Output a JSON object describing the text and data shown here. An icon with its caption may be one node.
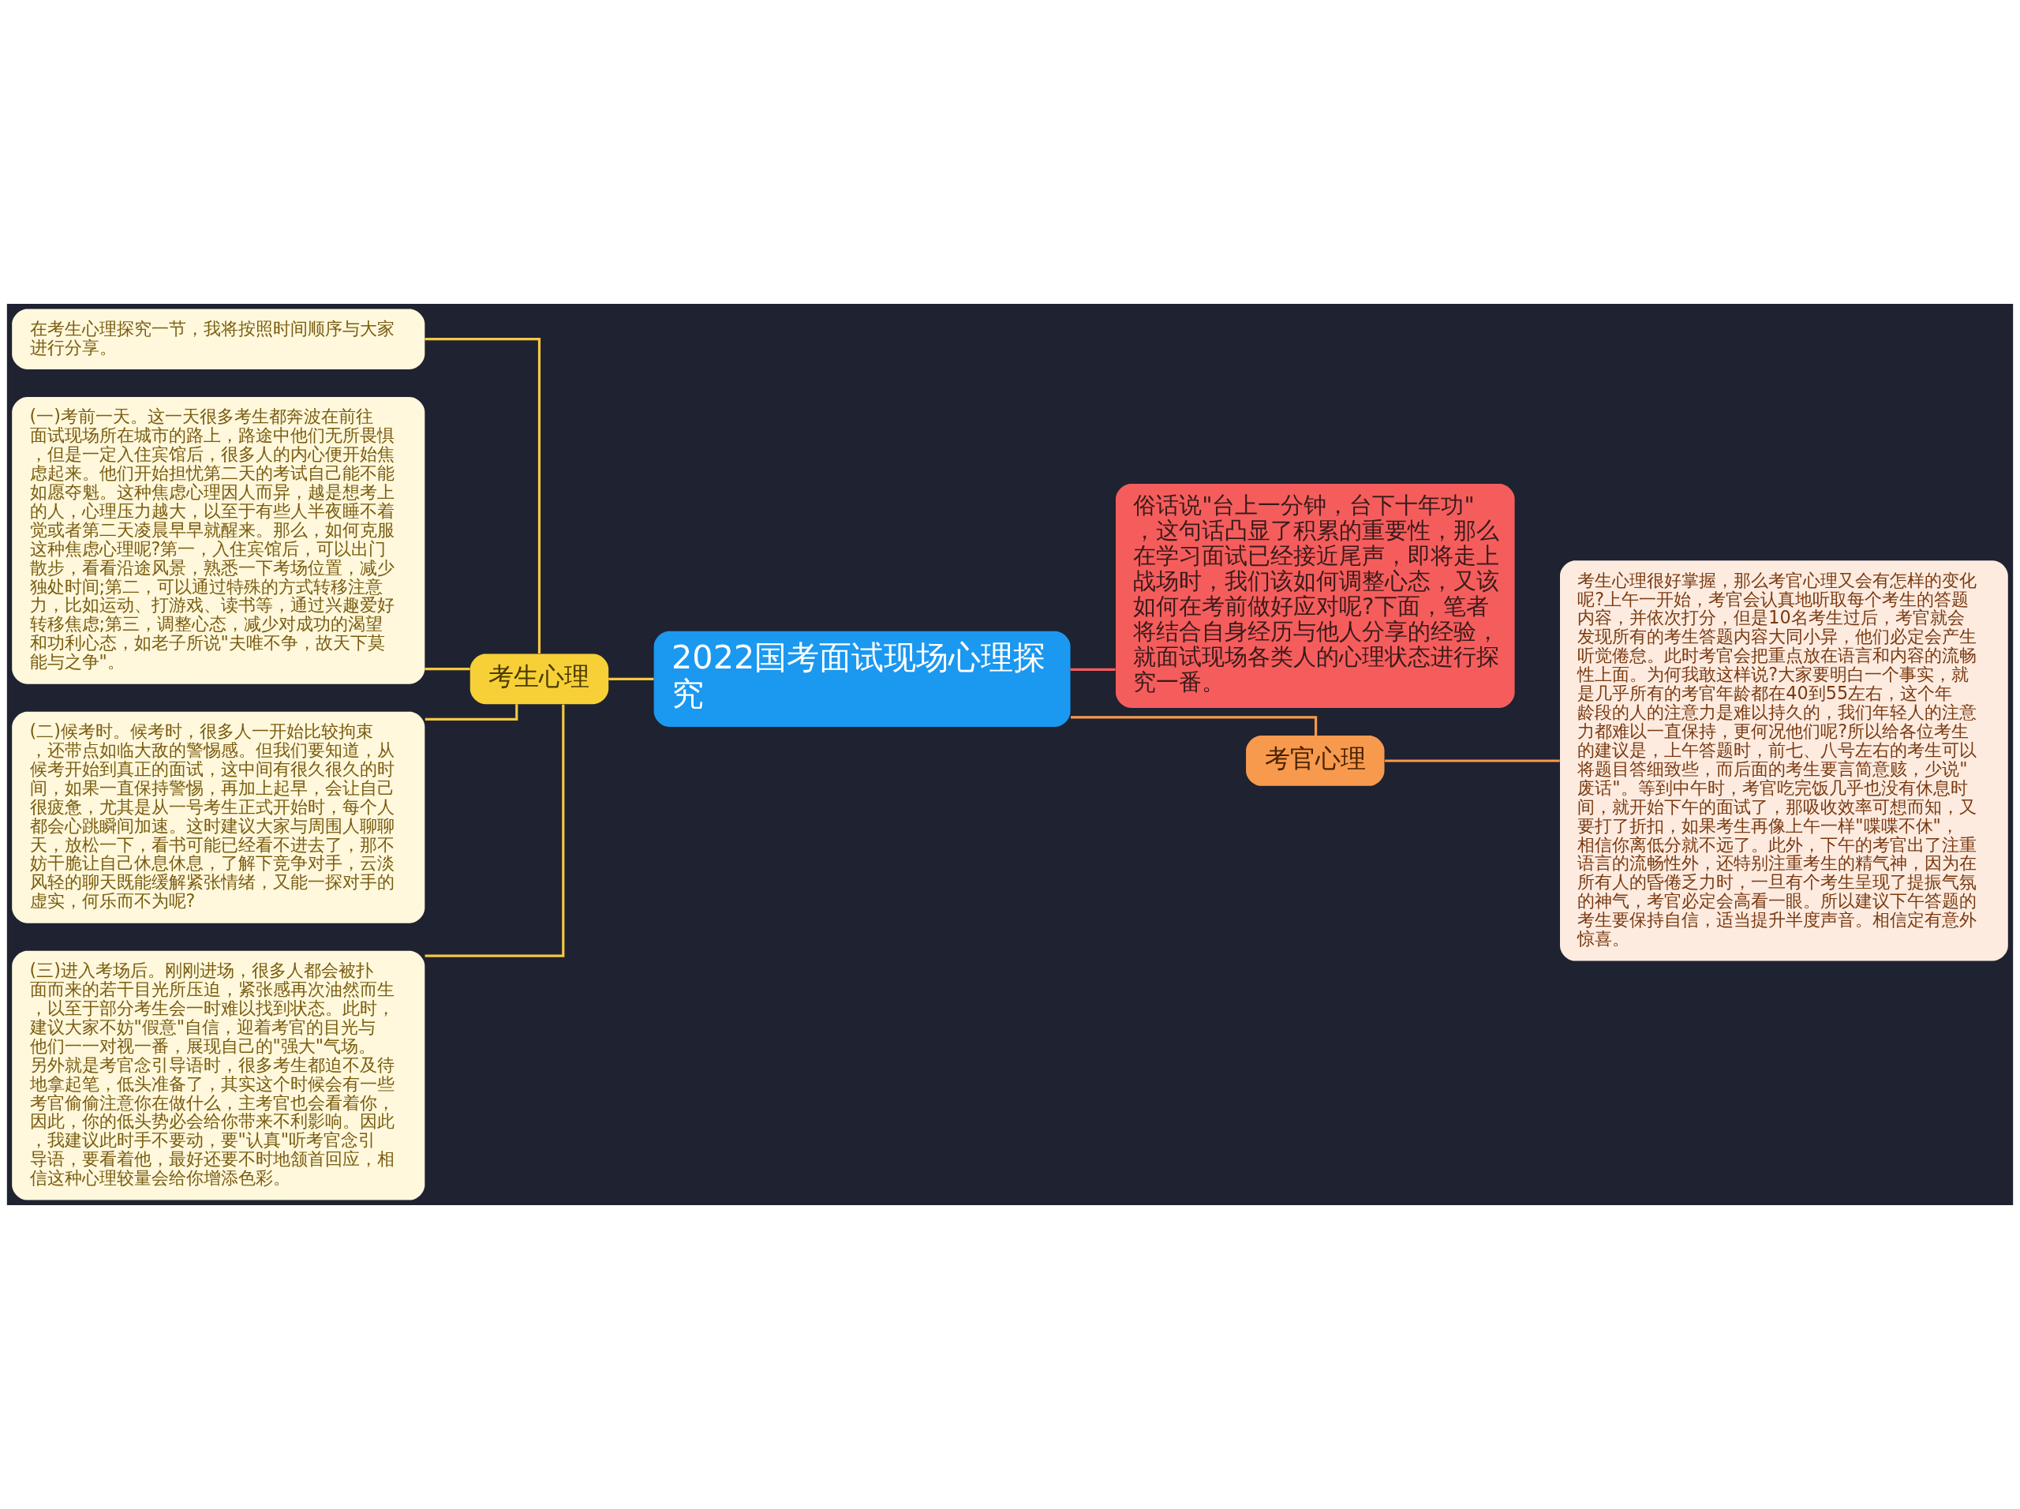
{
  "diagram": {
    "nodes": [
      {
        "text": [
          "2022国考面试现场心理探究"
        ]
      },
      {
        "text": [
          "考生心理"
        ]
      },
      {
        "text": [
          "在考生心理探究一节，我将按照时间顺序与大家进行分享。"
        ]
      },
      {
        "text": [
          "(一)考前一天。这一天很多考生都奔波在前往面试现场所在城市的路上，路途中他们无所畏惧，但是一定入住宾馆后，很多人的内心便开始焦虑起来。他们开始担忧第二天的考试自己能不能如愿夺魁。这种焦虑心理因人而异，越是想考上的人，心理压力越大，以至于有些人半夜睡不着觉或者第二天凌晨早早就醒来。那么，如何克服这种焦虑心理呢?第一，入住宾馆后，可以出门散步，看看沿途风景，熟悉一下考场位置，减少独处时间;第二，可以通过特殊的方式转移注意力，比如运动、打游戏、读书等，通过兴趣爱好转移焦虑;第三，调整心态，减少对成功的渴望和功利心态，如老子所说\"夫唯不争，故天下莫能与之争\"。"
        ]
      },
      {
        "text": [
          "(二)候考时。候考时，很多人一开始比较拘束，还带点如临大敌的警惕感。但我们要知道，从候考开始到真正的面试，这中间有很久很久的时间，如果一直保持警惕，再加上起早，会让自己很疲惫，尤其是从一号考生正式开始时，每个人都会心跳瞬间加速。这时建议大家与周围人聊聊天，放松一下，看书可能已经看不进去了，那不妨干脆让自己休息休息，了解下竞争对手，云淡风轻的聊天既能缓解紧张情绪，又能一探对手的虚实，何乐而不为呢?"
        ]
      },
      {
        "text": [
          "(三)进入考场后。刚刚进场，很多人都会被扑面而来的若干目光所压迫，紧张感再次油然而生，以至于部分考生会一时难以找到状态。此时，建议大家不妨\"假意\"自信，迎着考官的目光与他们一一对视一番，展现自己的\"强大\"气场。另外就是考官念引导语时，很多考生都迫不及待地拿起笔，低头准备了，其实这个时候会有一些考官偷偷注意你在做什么，主考官也会看着你，因此，你的低头势必会给你带来不利影响。因此，我建议此时手不要动，要\"认真\"听考官念引导语，要看着他，最好还要不时地颔首回应，相信这种心理较量会给你增添色彩。"
        ]
      },
      {
        "text": [
          "俗话说\"台上一分钟，台下十年功\"，这句话凸显了积累的重要性，那么在学习面试已经接近尾声，即将走上战场时，我们该如何调整心态，又该如何在考前做好应对呢?下面，笔者将结合自身经历与他人分享的经验，就面试现场各类人的心理状态进行探究一番。"
        ]
      },
      {
        "text": [
          "考官心理"
        ]
      },
      {
        "text": [
          "考生心理很好掌握，那么考官心理又会有怎样的变化呢?上午一开始，考官会认真地听取每个考生的答题内容，并依次打分，但是10名考生过后，考官就会发现所有的考生答题内容大同小异，他们必定会产生听觉倦怠。此时考官会把重点放在语言和内容的流畅性上面。为何我敢这样说?大家要明白一个事实，就是几乎所有的考官年龄都在40到55左右，这个年龄段的人的注意力是难以持久的，我们年轻人的注意力都难以一直保持，更何况他们呢?所以给各位考生的建议是，上午答题时，前七、八号左右的考生可以将题目答细致些，而后面的考生要言简意赅，少说\"废话\"。等到中午时，考官吃完饭几乎也没有休息时间，就开始下午的面试了，那吸收效率可想而知，又要打了折扣，如果考生再像上午一样\"喋喋不休\"，相信你离低分就不远了。此外，下午的考官出了注重语言的流畅性外，还特别注重考生的精气神，因为在所有人的昏倦乏力时，一旦有个考生呈现了提振气氛的神气，考官必定会高看一眼。所以建议下午答题的考生要保持自信，适当提升半度声音。相信定有意外惊喜。"
        ]
      }
    ],
    "edges": [
      {
        "from": 1,
        "to": 0,
        "arrow": "none"
      },
      {
        "from": 2,
        "to": 1,
        "arrow": "none"
      },
      {
        "from": 3,
        "to": 1,
        "arrow": "none"
      },
      {
        "from": 4,
        "to": 1,
        "arrow": "none"
      },
      {
        "from": 5,
        "to": 1,
        "arrow": "none"
      },
      {
        "from": 0,
        "to": 6,
        "arrow": "none",
        "color": "#f25c5c"
      },
      {
        "from": 0,
        "to": 7,
        "arrow": "none",
        "color": "#f79a4e"
      },
      {
        "from": 7,
        "to": 8,
        "arrow": "none",
        "color": "#f79a4e"
      }
    ]
  }
}
